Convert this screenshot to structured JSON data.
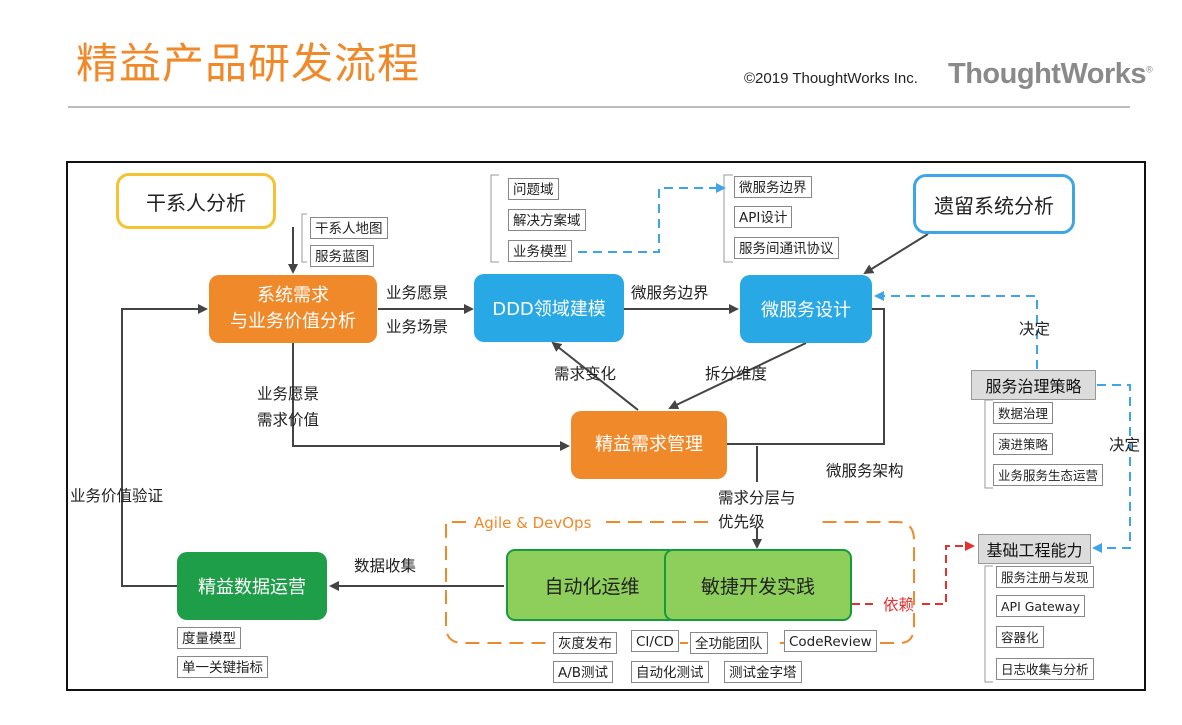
{
  "header": {
    "title": "精益产品研发流程",
    "copyright": "©2019 ThoughtWorks Inc.",
    "logo_text": "ThoughtWorks",
    "logo_mark": "®"
  },
  "colors": {
    "orange": "#f0892a",
    "blue": "#29a8e6",
    "green": "#1e9e48",
    "light_green": "#8dcf5a",
    "dashed_blue": "#3ea5e6",
    "dashed_orange": "#f0892a",
    "dashed_red": "#e53030"
  },
  "nodes": {
    "stakeholder": "干系人分析",
    "system_req_line1": "系统需求",
    "system_req_line2": "与业务价值分析",
    "ddd": "DDD领域建模",
    "microservice_design": "微服务设计",
    "legacy": "遗留系统分析",
    "lean_req": "精益需求管理",
    "auto_ops": "自动化运维",
    "agile_dev": "敏捷开发实践",
    "lean_data": "精益数据运营",
    "service_governance": "服务治理策略",
    "infra": "基础工程能力"
  },
  "tags": {
    "stakeholder_map": "干系人地图",
    "service_blueprint": "服务蓝图",
    "problem_domain": "问题域",
    "solution_domain": "解决方案域",
    "business_model": "业务模型",
    "ms_boundary": "微服务边界",
    "api_design": "API设计",
    "inter_service": "服务间通讯协议",
    "data_governance": "数据治理",
    "evolution": "演进策略",
    "ecosystem": "业务服务生态运营",
    "registry": "服务注册与发现",
    "api_gateway": "API Gateway",
    "container": "容器化",
    "logging": "日志收集与分析",
    "measure_model": "度量模型",
    "single_metric": "单一关键指标",
    "gray_release": "灰度发布",
    "ab_test": "A/B测试",
    "cicd": "CI/CD",
    "auto_test": "自动化测试",
    "full_team": "全功能团队",
    "test_pyramid": "测试金字塔",
    "code_review": "CodeReview"
  },
  "labels": {
    "vision": "业务愿景",
    "scenario": "业务场景",
    "ms_boundary_edge": "微服务边界",
    "req_change": "需求变化",
    "split_dim": "拆分维度",
    "vision2": "业务愿景",
    "req_value": "需求价值",
    "ms_arch": "微服务架构",
    "layering_line1": "需求分层与",
    "layering_line2": "优先级",
    "value_verify": "业务价值验证",
    "data_collect": "数据收集",
    "agile_devops": "Agile & DevOps",
    "decide1": "决定",
    "decide2": "决定",
    "depend": "依赖"
  }
}
